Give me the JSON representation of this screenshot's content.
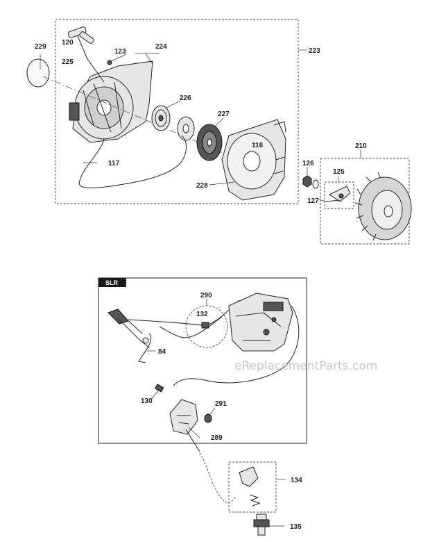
{
  "watermark": "eReplacementParts.com",
  "panel_badge": "SLR",
  "callouts": {
    "c229": "229",
    "c120": "120",
    "c225": "225",
    "c123": "123",
    "c224": "224",
    "c223": "223",
    "c226": "226",
    "c227": "227",
    "c116": "116",
    "c117": "117",
    "c228": "228",
    "c210": "210",
    "c126": "126",
    "c125": "125",
    "c127": "127",
    "c290": "290",
    "c132": "132",
    "c84": "84",
    "c130": "130",
    "c291": "291",
    "c289": "289",
    "c134": "134",
    "c135": "135"
  }
}
